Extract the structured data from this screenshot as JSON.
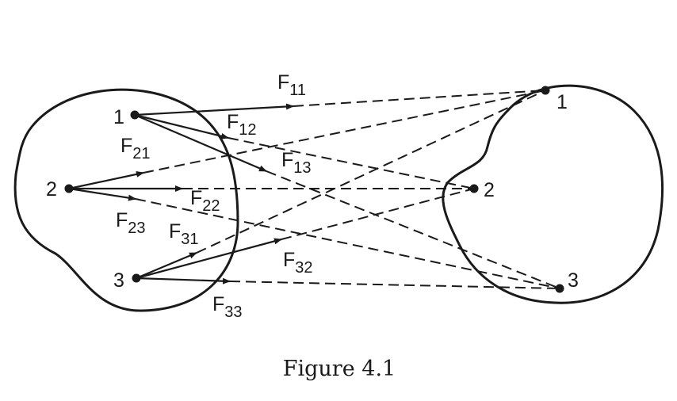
{
  "left_points": [
    "1",
    "2",
    "3"
  ],
  "right_points": [
    "1",
    "2",
    "3"
  ],
  "forces": [
    {
      "id": "f11",
      "label": "F",
      "sub": "11"
    },
    {
      "id": "f12",
      "label": "F",
      "sub": "12"
    },
    {
      "id": "f13",
      "label": "F",
      "sub": "13"
    },
    {
      "id": "f21",
      "label": "F",
      "sub": "21"
    },
    {
      "id": "f22",
      "label": "F",
      "sub": "22"
    },
    {
      "id": "f23",
      "label": "F",
      "sub": "23"
    },
    {
      "id": "f31",
      "label": "F",
      "sub": "31"
    },
    {
      "id": "f32",
      "label": "F",
      "sub": "32"
    },
    {
      "id": "f33",
      "label": "F",
      "sub": "33"
    }
  ],
  "caption": "Figure 4.1"
}
